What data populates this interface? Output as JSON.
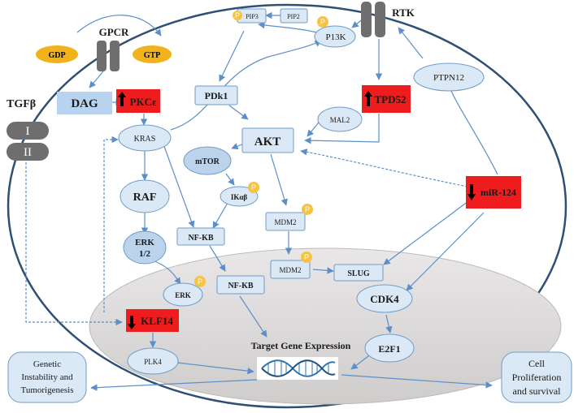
{
  "cell": {
    "gpcr": "GPCR",
    "gdp": "GDP",
    "gtp": "GTP",
    "rtk": "RTK",
    "tgfb": "TGFβ",
    "receptor_I": "I",
    "receptor_II": "II"
  },
  "nodes": {
    "pip3": "PIP3",
    "pip2": "PIP2",
    "pi3k": "P13K",
    "dag": "DAG",
    "pkce": "PKCε",
    "pdk1": "PDk1",
    "tpd52": "TPD52",
    "ptpn12": "PTPN12",
    "mal2": "MAL2",
    "kras": "KRAS",
    "akt": "AKT",
    "mtor": "mTOR",
    "ikab": "IKαβ",
    "raf": "RAF",
    "erk12": "ERK 1/2",
    "nfkb_cyto": "NF-KB",
    "mdm2_cyto": "MDM2",
    "mir124": "miR-124",
    "mdm2_nuc": "MDM2",
    "slug": "SLUG",
    "erk": "ERK",
    "nfkb_nuc": "NF-KB",
    "cdk4": "CDK4",
    "klf14": "KLF14",
    "target": "Target Gene Expression",
    "e2f1": "E2F1",
    "plk4": "PLK4"
  },
  "phospho_label": "P",
  "outcomes": {
    "left": [
      "Genetic",
      "Instability and",
      "Tumorigenesis"
    ],
    "right": [
      "Cell",
      "Proliferation",
      "and survival"
    ]
  },
  "colors": {
    "membrane": "#2f4f75",
    "nucleus": "#d9d6d6",
    "node_fill": "#dbe8f5",
    "node_stroke": "#6f9bc8",
    "arrow": "#5b8fc9",
    "highlight": "#ee1c1c",
    "phospho": "#f6c343",
    "receptor": "#6e6e6e",
    "gdp_gtp": "#f2b21b",
    "dna": "#2e75b6"
  }
}
